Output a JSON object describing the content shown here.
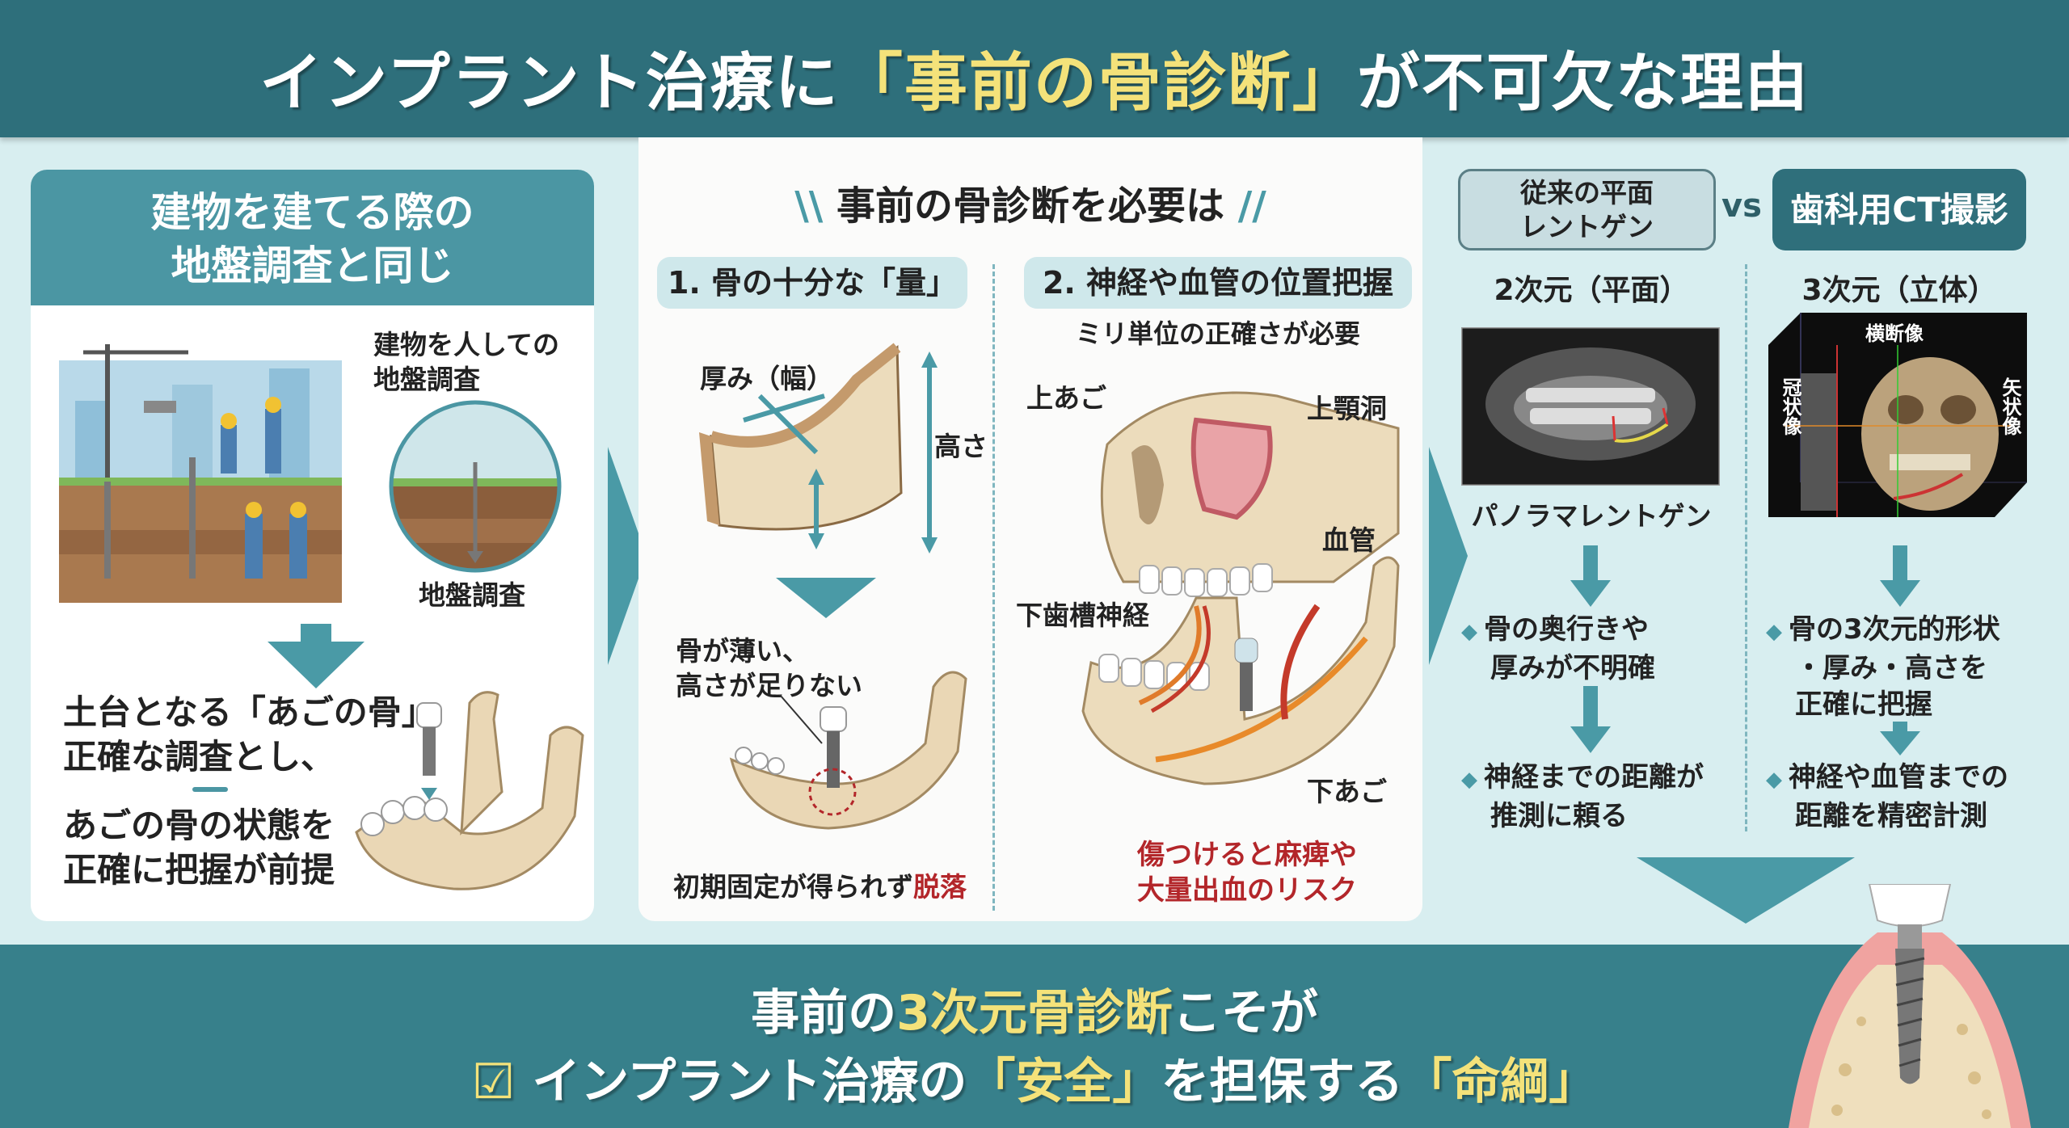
{
  "title": {
    "pre": "インプラント治療に",
    "highlight": "「事前の骨診断」",
    "post": "が不可欠な理由"
  },
  "left": {
    "header": [
      "建物を建てる際の",
      "地盤調査と同じ"
    ],
    "callout": [
      "建物を人しての",
      "地盤調査"
    ],
    "inset_label": "地盤調査",
    "text1": [
      "土台となる「あごの骨」",
      "正確な調査とし、"
    ],
    "text2": [
      "あごの骨の状態を",
      "正確に把握が前提"
    ]
  },
  "middle": {
    "heading": "事前の骨診断を必要は",
    "point1": {
      "title": "1. 骨の十分な「量」",
      "thickness": "厚み（幅）",
      "height": "高さ",
      "problem": [
        "骨が薄い、",
        "高さが足りない"
      ],
      "result_pre": "初期固定が得られず",
      "result_red": "脱落"
    },
    "point2": {
      "title": "2. 神経や血管の位置把握",
      "subtitle": "ミリ単位の正確さが必要",
      "labels": {
        "upper_jaw": "上あご",
        "sinus": "上顎洞",
        "vessel": "血管",
        "nerve": "下歯槽神経",
        "lower_jaw": "下あご"
      },
      "risk": [
        "傷つけると麻痺や",
        "大量出血のリスク"
      ]
    }
  },
  "right": {
    "conventional": {
      "label": [
        "従来の平面",
        "レントゲン"
      ],
      "dim": "2次元（平面）",
      "image_caption": "パノラマレントゲン",
      "bullets": [
        [
          "骨の奥行きや",
          "厚みが不明確"
        ],
        [
          "神経までの距離が",
          "推測に頼る"
        ]
      ]
    },
    "vs": "vs",
    "ct": {
      "label": "歯科用CT撮影",
      "dim": "3次元（立体）",
      "views": {
        "axial": "横断像",
        "coronal": "冠状像",
        "sagittal": "矢状像"
      },
      "bullets": [
        [
          "骨の3次元的形状",
          "・厚み・高さを",
          "正確に把握"
        ],
        [
          "神経や血管までの",
          "距離を精密計測"
        ]
      ]
    }
  },
  "bottom": {
    "line1_pre": "事前の",
    "line1_hl": "3次元骨診断",
    "line1_post": "こそが",
    "line2_a": "インプラント治療の",
    "line2_b": "「安全」",
    "line2_c": "を担保する",
    "line2_d": "「命綱」"
  }
}
